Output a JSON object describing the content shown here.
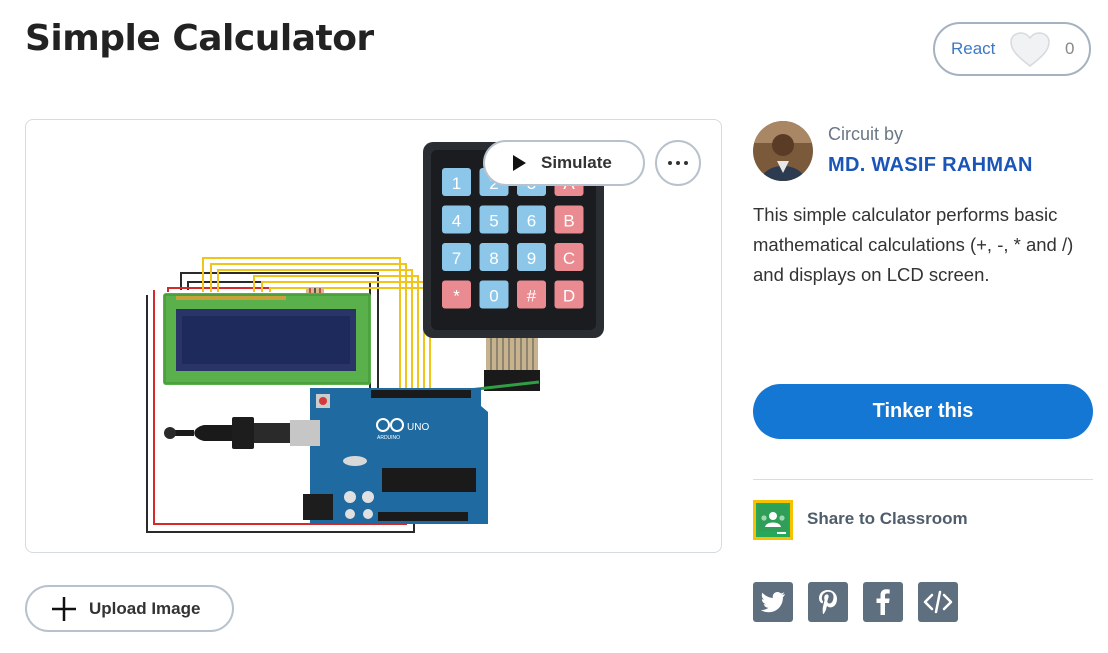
{
  "page": {
    "title": "Simple Calculator"
  },
  "react": {
    "label": "React",
    "count": "0"
  },
  "canvas": {
    "simulate_label": "Simulate",
    "keypad_keys": [
      "1",
      "2",
      "3",
      "A",
      "4",
      "5",
      "6",
      "B",
      "7",
      "8",
      "9",
      "C",
      "*",
      "0",
      "#",
      "D"
    ],
    "board_label": "UNO",
    "board_brand": "ARDUINO"
  },
  "author": {
    "circuit_by_label": "Circuit by",
    "name": "MD. WASIF RAHMAN"
  },
  "description": "This simple calculator performs basic mathematical calculations (+, -, * and /) and displays on LCD screen.",
  "actions": {
    "tinker_label": "Tinker this",
    "share_classroom_label": "Share to Classroom",
    "upload_label": "Upload Image"
  },
  "social_icons": [
    "twitter-icon",
    "pinterest-icon",
    "facebook-icon",
    "embed-code-icon"
  ],
  "colors": {
    "primary": "#1477d4",
    "author_link": "#1a55b8",
    "react_text": "#3b78c4",
    "social_bg": "#5e6f80"
  }
}
